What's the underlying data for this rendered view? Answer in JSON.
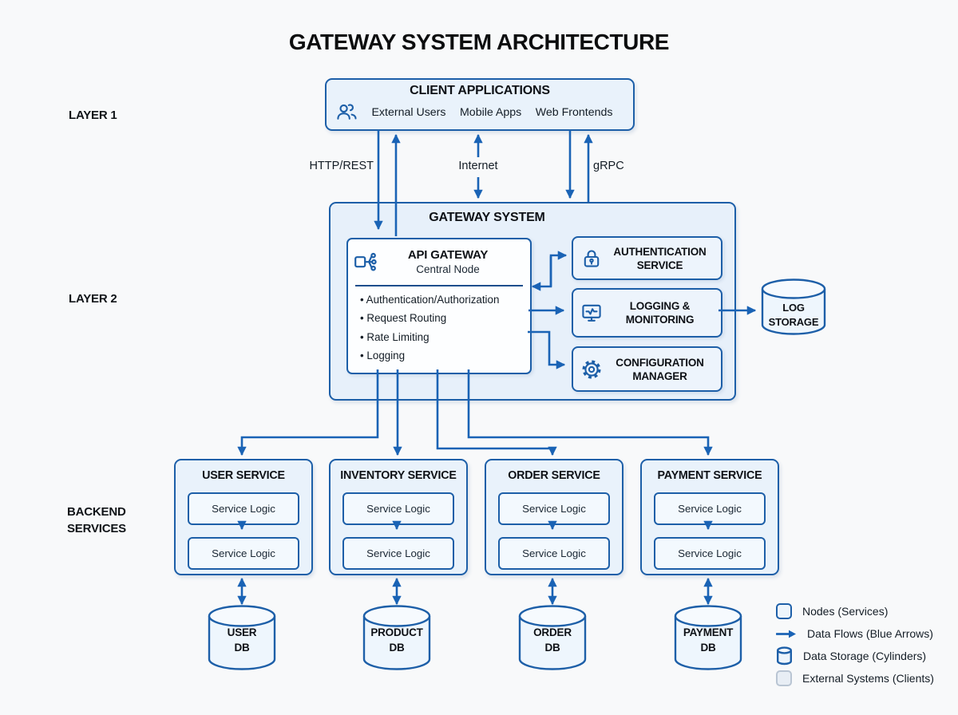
{
  "title": "GATEWAY SYSTEM ARCHITECTURE",
  "layers": {
    "layer1": "LAYER 1",
    "layer2": "LAYER 2",
    "backend_line1": "BACKEND",
    "backend_line2": "SERVICES"
  },
  "client": {
    "title": "CLIENT APPLICATIONS",
    "icon": "users-icon",
    "items": [
      "External Users",
      "Mobile Apps",
      "Web Frontends"
    ]
  },
  "flows": {
    "left": "HTTP/REST",
    "middle": "Internet",
    "right": "gRPC"
  },
  "gateway": {
    "title": "GATEWAY SYSTEM",
    "api": {
      "icon": "api-hub-icon",
      "title": "API GATEWAY",
      "subtitle": "Central Node",
      "features": [
        "Authentication/Authorization",
        "Request Routing",
        "Rate Limiting",
        "Logging"
      ]
    },
    "auth": {
      "icon": "lock-icon",
      "line1": "AUTHENTICATION",
      "line2": "SERVICE"
    },
    "logging": {
      "icon": "monitor-icon",
      "line1": "LOGGING &",
      "line2": "MONITORING"
    },
    "config": {
      "icon": "gear-icon",
      "line1": "CONFIGURATION",
      "line2": "MANAGER"
    }
  },
  "log_storage": {
    "line1": "LOG",
    "line2": "STORAGE"
  },
  "services": [
    {
      "title": "USER SERVICE",
      "logic1": "Service Logic",
      "logic2": "Service Logic"
    },
    {
      "title": "INVENTORY SERVICE",
      "logic1": "Service Logic",
      "logic2": "Service Logic"
    },
    {
      "title": "ORDER SERVICE",
      "logic1": "Service Logic",
      "logic2": "Service Logic"
    },
    {
      "title": "PAYMENT SERVICE",
      "logic1": "Service Logic",
      "logic2": "Service Logic"
    }
  ],
  "databases": [
    {
      "line1": "USER",
      "line2": "DB"
    },
    {
      "line1": "PRODUCT",
      "line2": "DB"
    },
    {
      "line1": "ORDER",
      "line2": "DB"
    },
    {
      "line1": "PAYMENT",
      "line2": "DB"
    }
  ],
  "legend": [
    {
      "icon": "node-icon",
      "label": "Nodes (Services)"
    },
    {
      "icon": "arrow-icon",
      "label": "Data Flows (Blue Arrows)"
    },
    {
      "icon": "cylinder-icon",
      "label": "Data Storage (Cylinders)"
    },
    {
      "icon": "external-icon",
      "label": "External Systems (Clients)"
    }
  ],
  "colors": {
    "node_border": "#1d5fa8",
    "arrow": "#1a63b5",
    "node_fill": "#e9f2fb",
    "panel_fill": "#e7f0fa",
    "white_fill": "#fdfeff",
    "external_border": "#b9c5d3"
  }
}
